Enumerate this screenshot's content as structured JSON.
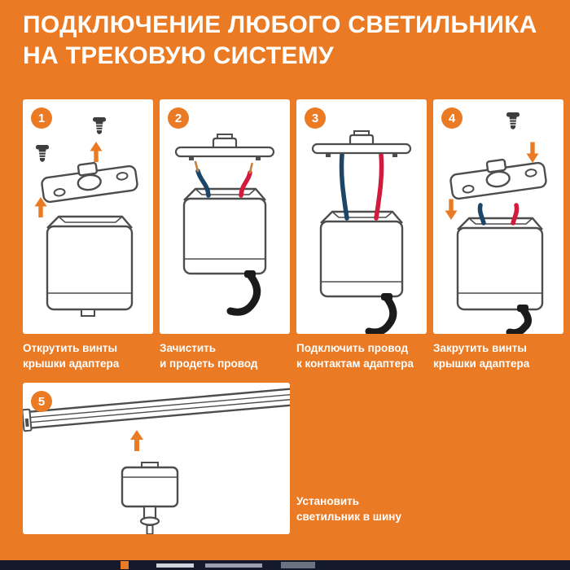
{
  "title": {
    "line1": "ПОДКЛЮЧЕНИЕ ЛЮБОГО СВЕТИЛЬНИКА",
    "line2": "НА ТРЕКОВУЮ СИСТЕМУ"
  },
  "steps": [
    {
      "number": "1",
      "caption": "Открутить винты\nкрышки адаптера"
    },
    {
      "number": "2",
      "caption": "Зачистить\nи продеть провод"
    },
    {
      "number": "3",
      "caption": "Подключить провод\nк контактам адаптера"
    },
    {
      "number": "4",
      "caption": "Закрутить винты\nкрышки адаптера"
    },
    {
      "number": "5",
      "caption": "Установить\nсветильник в шину"
    }
  ],
  "colors": {
    "background": "#EA7A24",
    "panel": "#FFFFFF",
    "accent": "#EA7A24",
    "outline": "#4D4D4D",
    "wire_blue": "#1D4568",
    "wire_red": "#D11A3C",
    "cable_black": "#1B1B1B",
    "footer": "#141A2B",
    "text": "#FFFFFF"
  }
}
